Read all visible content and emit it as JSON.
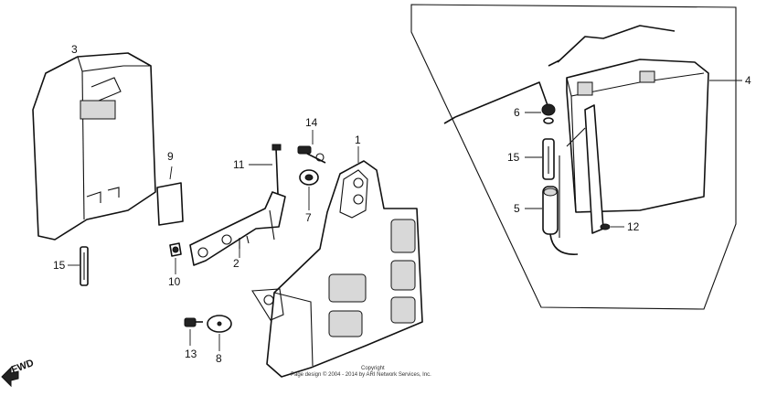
{
  "labels": {
    "p1": "1",
    "p2": "2",
    "p3": "3",
    "p4": "4",
    "p5": "5",
    "p6": "6",
    "p7": "7",
    "p8": "8",
    "p9": "9",
    "p10": "10",
    "p11": "11",
    "p12": "12",
    "p13": "13",
    "p14": "14",
    "p15_left": "15",
    "p15_right": "15"
  },
  "direction": "FWD",
  "copyright": {
    "line1": "Copyright",
    "line2": "Page design © 2004 - 2014 by ARI Network Services, Inc."
  }
}
